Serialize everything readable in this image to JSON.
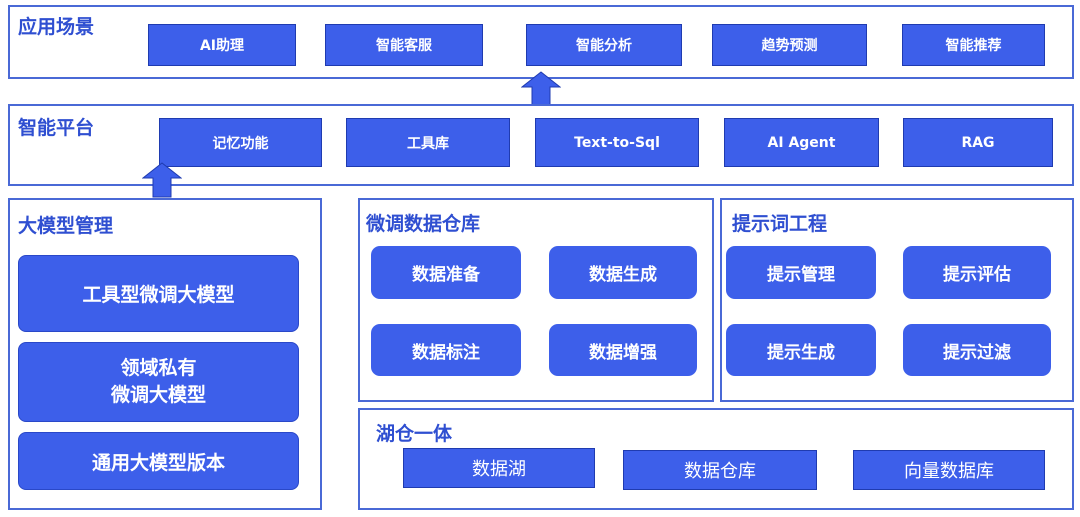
{
  "colors": {
    "accent": "#3d5fea",
    "border": "#4a69d6",
    "title": "#2f4fd1",
    "box_text": "#ffffff"
  },
  "app_scenarios": {
    "title": "应用场景",
    "items": [
      "AI助理",
      "智能客服",
      "智能分析",
      "趋势预测",
      "智能推荐"
    ]
  },
  "platform": {
    "title": "智能平台",
    "items": [
      "记忆功能",
      "工具库",
      "Text-to-Sql",
      "AI Agent",
      "RAG"
    ]
  },
  "model_mgmt": {
    "title": "大模型管理",
    "items": [
      "工具型微调大模型",
      "领域私有\n微调大模型",
      "通用大模型版本"
    ]
  },
  "finetune_warehouse": {
    "title": "微调数据仓库",
    "items": [
      "数据准备",
      "数据生成",
      "数据标注",
      "数据增强"
    ]
  },
  "prompt_engineering": {
    "title": "提示词工程",
    "items": [
      "提示管理",
      "提示评估",
      "提示生成",
      "提示过滤"
    ]
  },
  "lakehouse": {
    "title": "湖仓一体",
    "items": [
      "数据湖",
      "数据仓库",
      "向量数据库"
    ]
  },
  "arrows": [
    {
      "from": "platform",
      "to": "app_scenarios"
    },
    {
      "from": "model_mgmt",
      "to": "platform"
    }
  ]
}
